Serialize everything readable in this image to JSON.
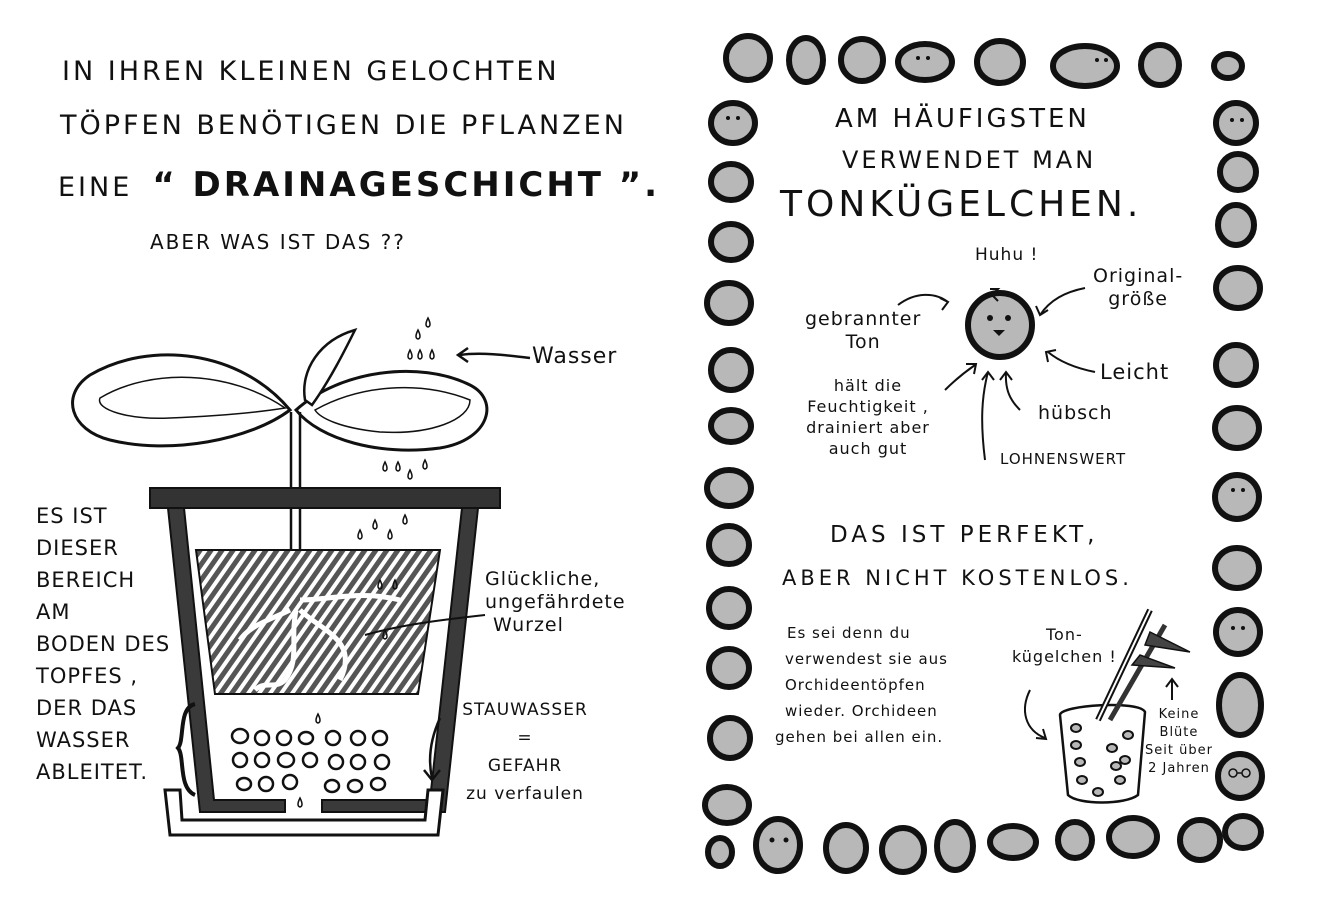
{
  "left_page": {
    "intro": {
      "line1": "IN IHREN KLEINEN GELOCHTEN",
      "line2": "TÖPFEN BENÖTIGEN DIE PFLANZEN",
      "line3_prefix": "EINE",
      "line3_highlight": "“ DRAINAGESCHICHT ”.",
      "line4": "ABER WAS IST DAS ??"
    },
    "labels": {
      "water": "Wasser",
      "roots_line1": "Glückliche,",
      "roots_line2": "ungefährdete",
      "roots_line3": "Wurzel",
      "standing_water_line1": "STAUWASSER",
      "standing_water_line2": "=",
      "standing_water_line3": "GEFAHR",
      "standing_water_line4": "zu verfaulen"
    },
    "side_text": [
      "ES IST",
      "DIESER",
      "BEREICH",
      "AM",
      "BODEN DES",
      "TOPFES ,",
      "DER DAS",
      "WASSER",
      "ABLEITET."
    ]
  },
  "right_page": {
    "heading": {
      "line1": "AM HÄUFIGSTEN",
      "line2": "VERWENDET MAN",
      "line3": "TONKÜGELCHEN."
    },
    "pellet_labels": {
      "greeting": "Huhu !",
      "fired_clay_line1": "gebrannter",
      "fired_clay_line2": "Ton",
      "original_line1": "Original-",
      "original_line2": "größe",
      "light": "Leicht",
      "pretty": "hübsch",
      "worth_it": "LOHNENSWERT",
      "moisture_line1": "hält die",
      "moisture_line2": "Feuchtigkeit ,",
      "moisture_line3": "drainiert aber",
      "moisture_line4": "auch gut"
    },
    "subheading": {
      "line1": "DAS IST PERFEKT,",
      "line2": "ABER NICHT KOSTENLOS."
    },
    "paragraph": [
      "Es sei denn du",
      "verwendest sie aus",
      "Orchideentöpfen",
      "wieder. Orchideen",
      "gehen bei allen ein."
    ],
    "orchid_labels": {
      "pellets_line1": "Ton-",
      "pellets_line2": "kügelchen !",
      "no_bloom_line1": "Keine",
      "no_bloom_line2": "Blüte",
      "no_bloom_line3": "Seit über",
      "no_bloom_line4": "2 Jahren"
    }
  },
  "colors": {
    "ink": "#111111",
    "pellet_fill": "#b8b8b8",
    "pot_fill": "#3a3a3a",
    "soil_hatch": "#555555",
    "paper": "#ffffff"
  }
}
